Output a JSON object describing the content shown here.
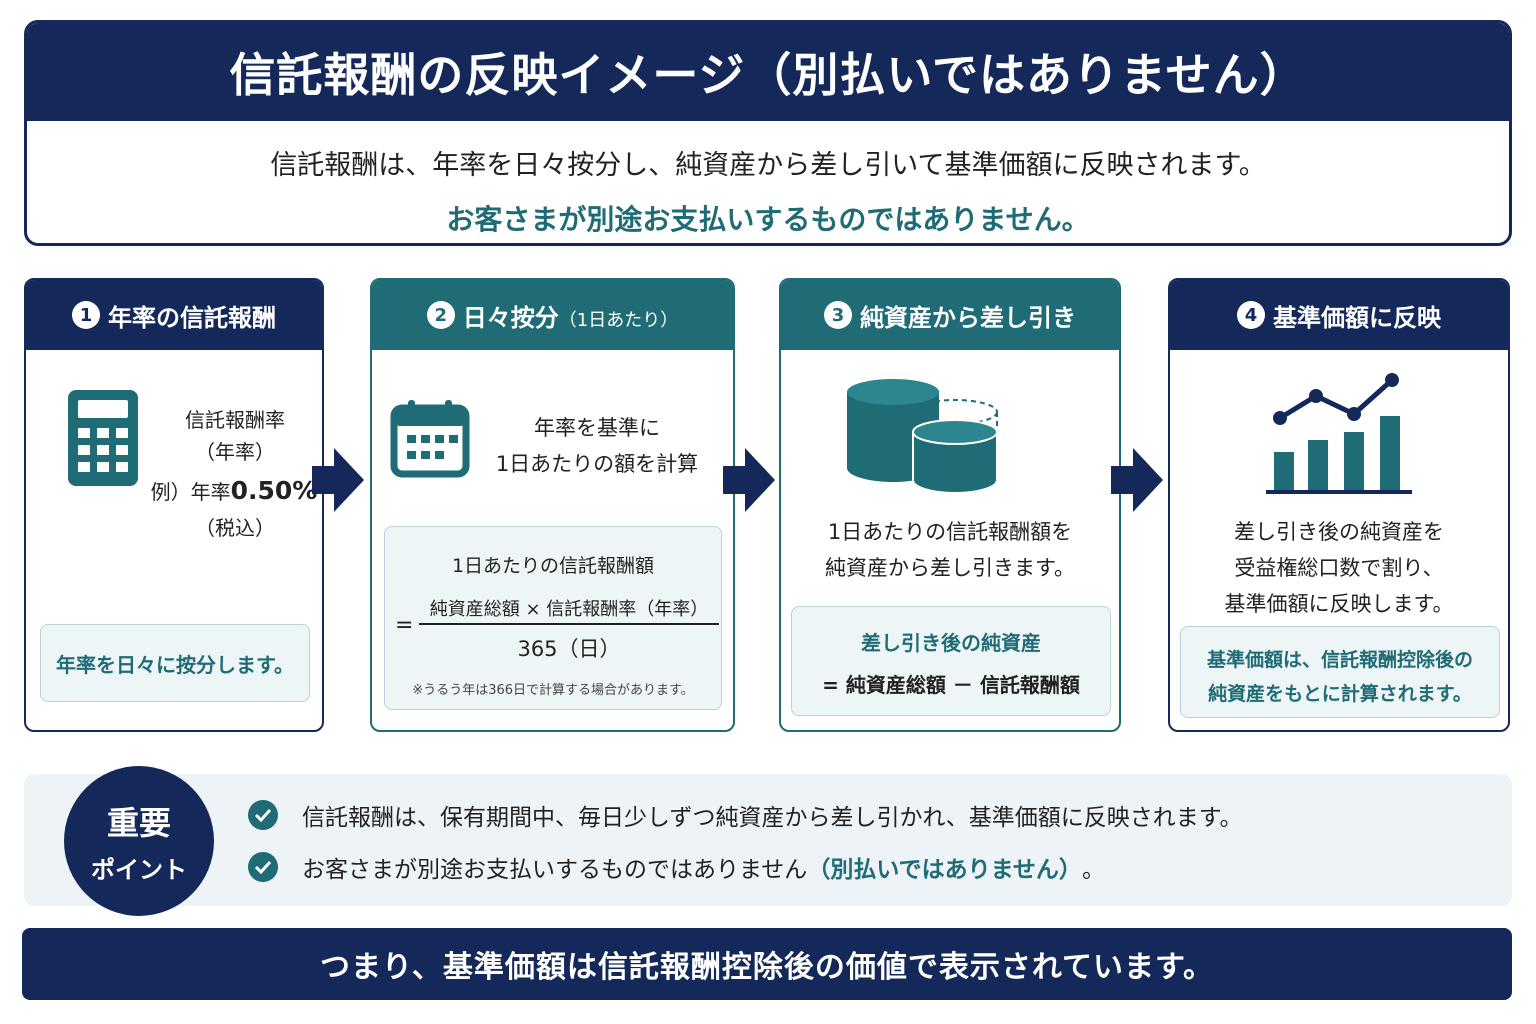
{
  "header": {
    "title": "信託報酬の反映イメージ（別払いではありません）",
    "line1": "信託報酬は、年率を日々按分し、純資産から差し引いて基準価額に反映されます。",
    "line2": "お客さまが別途お支払いするものではありません。"
  },
  "steps": [
    {
      "num": "1",
      "title": "年率の信託報酬",
      "icon": "calculator-icon",
      "label1": "信託報酬率",
      "label2": "（年率）",
      "example_prefix": "例）年率",
      "example_value": "0.50%",
      "tax": "（税込）",
      "note": "年率を日々に按分します。"
    },
    {
      "num": "2",
      "title": "日々按分",
      "title_sub": "（1日あたり）",
      "icon": "calendar-icon",
      "desc1": "年率を基準に",
      "desc2": "1日あたりの額を計算",
      "formula_title": "1日あたりの信託報酬額",
      "formula_eq": "=",
      "formula_num": "純資産総額 × 信託報酬率（年率）",
      "formula_den": "365（日）",
      "formula_note": "※うるう年は366日で計算する場合があります。"
    },
    {
      "num": "3",
      "title": "純資産から差し引き",
      "icon": "cylinders-icon",
      "desc1": "1日あたりの信託報酬額を",
      "desc2": "純資産から差し引きます。",
      "box_title": "差し引き後の純資産",
      "box_formula": "= 純資産総額 － 信託報酬額"
    },
    {
      "num": "4",
      "title": "基準価額に反映",
      "icon": "chart-icon",
      "desc1": "差し引き後の純資産を",
      "desc2": "受益権総口数で割り、",
      "desc3": "基準価額に反映します。",
      "note1": "基準価額は、信託報酬控除後の",
      "note2": "純資産をもとに計算されます。"
    }
  ],
  "points": {
    "badge1": "重要",
    "badge2": "ポイント",
    "item1": "信託報酬は、保有期間中、毎日少しずつ純資産から差し引かれ、基準価額に反映されます。",
    "item2_main": "お客さまが別途お支払いするものではありません",
    "item2_hl": "（別払いではありません）",
    "item2_end": "。"
  },
  "footer": "つまり、基準価額は信託報酬控除後の価値で表示されています。",
  "colors": {
    "navy": "#14285a",
    "teal": "#1f6b76",
    "light": "#eef5f7"
  }
}
